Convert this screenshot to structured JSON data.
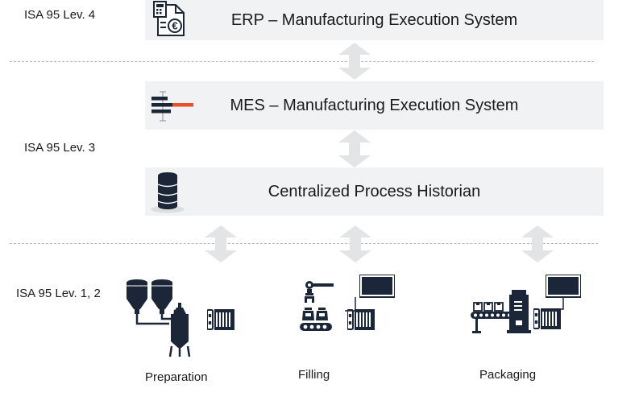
{
  "levels": {
    "lev4": "ISA 95 Lev. 4",
    "lev3": "ISA 95 Lev. 3",
    "lev12": "ISA 95 Lev. 1, 2"
  },
  "layers": {
    "erp": "ERP – Manufacturing Execution System",
    "mes": "MES – Manufacturing Execution System",
    "historian": "Centralized Process Historian"
  },
  "cells": {
    "preparation": "Preparation",
    "filling": "Filling",
    "packaging": "Packaging"
  },
  "icons": {
    "erp": "invoice-euro-icon",
    "mes": "gantt-schedule-icon",
    "historian": "database-icon",
    "preparation": "silo-tanks-icon",
    "filling": "filling-machine-icon",
    "packaging": "packaging-line-icon",
    "controller": "plc-controller-icon",
    "monitor": "hmi-monitor-icon",
    "arrow": "bidirectional-arrow-icon"
  },
  "colors": {
    "icon_dark": "#1b2638",
    "accent": "#e8512a",
    "box_fill": "#f1f2f3",
    "arrow_fill": "#e3e4e5"
  }
}
